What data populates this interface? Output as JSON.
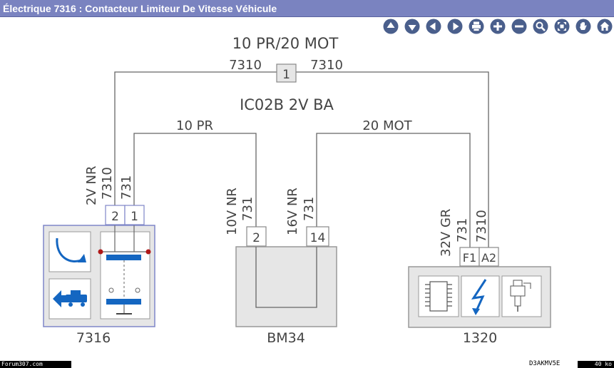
{
  "window": {
    "title": "Électrique 7316  : Contacteur Limiteur De Vitesse Véhicule"
  },
  "toolbar": {
    "buttons": [
      {
        "icon": "arrow-up-icon"
      },
      {
        "icon": "arrow-down-icon"
      },
      {
        "icon": "arrow-left-icon"
      },
      {
        "icon": "arrow-right-icon"
      },
      {
        "icon": "print-icon"
      },
      {
        "icon": "zoom-in-icon"
      },
      {
        "icon": "zoom-out-icon"
      },
      {
        "icon": "magnifier-icon"
      },
      {
        "icon": "fit-screen-icon"
      },
      {
        "icon": "hand-pan-icon"
      },
      {
        "icon": "home-icon"
      }
    ]
  },
  "diagram": {
    "top_harness": "10 PR/20 MOT",
    "top_wire_left": "7310",
    "top_wire_right": "7310",
    "top_junction": "1",
    "mid_harness": "IC02B 2V BA",
    "left_branch": "10 PR",
    "right_branch": "20 MOT",
    "conn_7316_a": "2V NR",
    "wire_7316_a": "7310",
    "wire_7316_b": "731",
    "pin_7316_a": "2",
    "pin_7316_b": "1",
    "conn_bm34_a": "10V NR",
    "wire_bm34_a": "731",
    "pin_bm34_a": "2",
    "conn_bm34_b": "16V NR",
    "wire_bm34_b": "731",
    "pin_bm34_b": "14",
    "conn_1320": "32V GR",
    "wire_1320_a": "731",
    "wire_1320_b": "7310",
    "pin_1320_a": "F1",
    "pin_1320_b": "A2",
    "comp_7316": "7316",
    "comp_bm34": "BM34",
    "comp_1320": "1320"
  },
  "footer": {
    "site": "Forum307.com",
    "code": "D3AKMV5E",
    "size": "40 ko"
  },
  "colors": {
    "titlebar": "#7a83c0",
    "toolbar_button": "#4a5f8c",
    "component_fill": "#e6e6e6",
    "component_border": "#999999",
    "accent_blue": "#1466c1",
    "contact_red": "#b01818"
  }
}
